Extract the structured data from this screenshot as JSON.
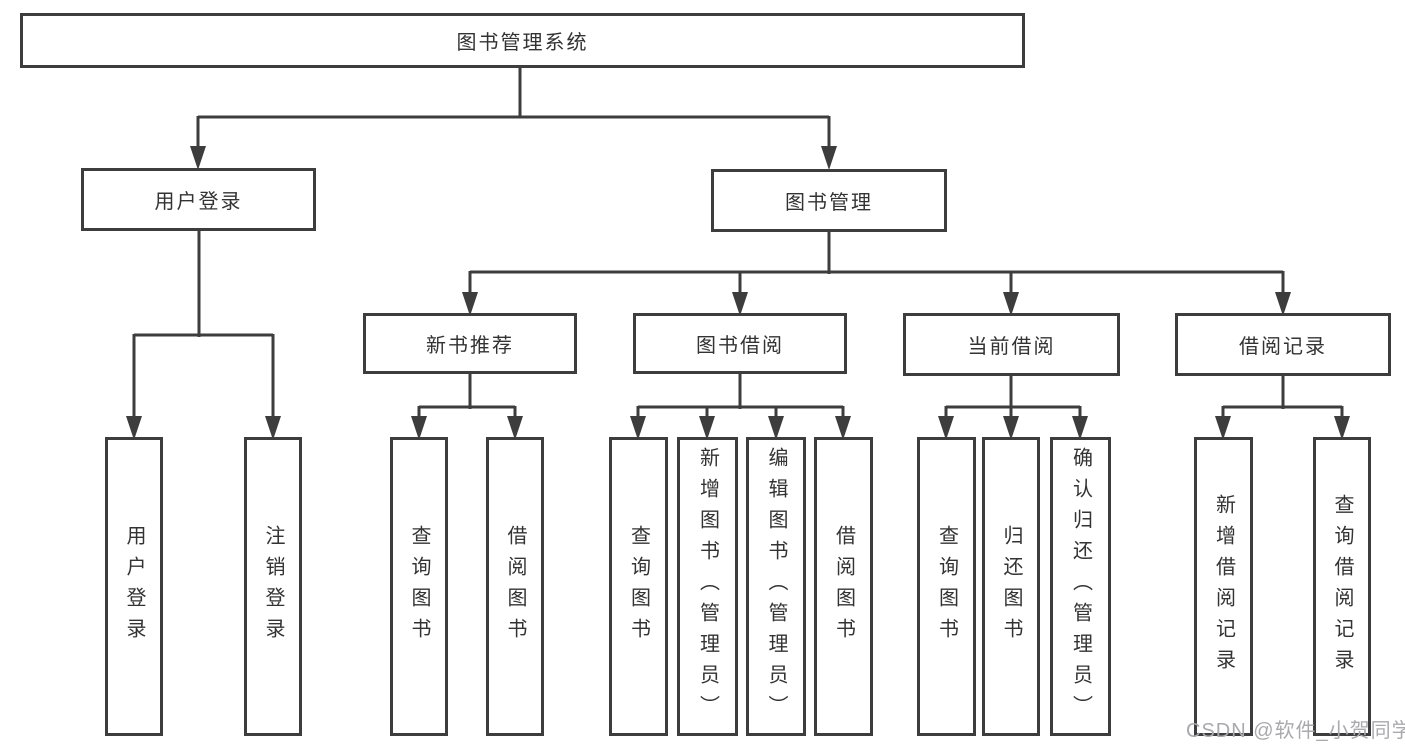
{
  "diagram": {
    "root": "图书管理系统",
    "level2": {
      "user_login": "用户登录",
      "book_management": "图书管理"
    },
    "login_children": [
      "用户登录",
      "注销登录"
    ],
    "sections": [
      "新书推荐",
      "图书借阅",
      "当前借阅",
      "借阅记录"
    ],
    "new_book_children": [
      "查询图书",
      "借阅图书"
    ],
    "borrow_children": [
      "查询图书",
      "新增图书（管理员）",
      "编辑图书（管理员）",
      "借阅图书"
    ],
    "current_children": [
      "查询图书",
      "归还图书",
      "确认归还（管理员）"
    ],
    "record_children": [
      "新增借阅记录",
      "查询借阅记录"
    ],
    "colors": {
      "line": "#3d3d3d",
      "text": "#333333",
      "watermark": "#a9a9ae",
      "background": "#ffffff"
    }
  },
  "watermark": "CSDN @软件_小贺同学"
}
